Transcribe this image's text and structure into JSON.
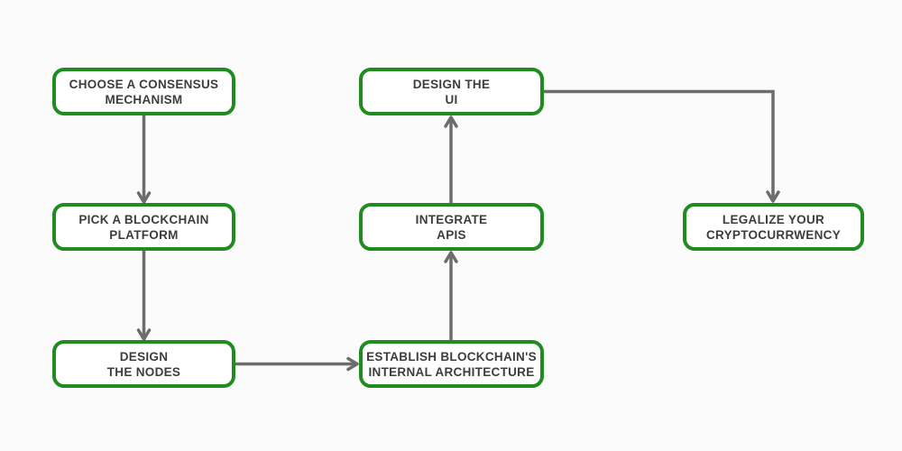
{
  "diagram": {
    "type": "flowchart",
    "nodes": [
      {
        "id": "choose-consensus-mechanism",
        "line1": "CHOOSE A CONSENSUS",
        "line2": "MECHANISM"
      },
      {
        "id": "pick-blockchain-platform",
        "line1": "PICK A BLOCKCHAIN",
        "line2": "PLATFORM"
      },
      {
        "id": "design-the-nodes",
        "line1": "DESIGN",
        "line2": "THE NODES"
      },
      {
        "id": "establish-internal-architecture",
        "line1": "ESTABLISH BLOCKCHAIN'S",
        "line2": "INTERNAL ARCHITECTURE"
      },
      {
        "id": "integrate-apis",
        "line1": "INTEGRATE",
        "line2": "APIS"
      },
      {
        "id": "design-the-ui",
        "line1": "DESIGN THE",
        "line2": "UI"
      },
      {
        "id": "legalize-your-cryptocurrwency",
        "line1": "LEGALIZE YOUR",
        "line2": "CRYPTOCURRWENCY"
      }
    ],
    "edges": [
      {
        "from": "choose-consensus-mechanism",
        "to": "pick-blockchain-platform"
      },
      {
        "from": "pick-blockchain-platform",
        "to": "design-the-nodes"
      },
      {
        "from": "design-the-nodes",
        "to": "establish-internal-architecture"
      },
      {
        "from": "establish-internal-architecture",
        "to": "integrate-apis"
      },
      {
        "from": "integrate-apis",
        "to": "design-the-ui"
      },
      {
        "from": "design-the-ui",
        "to": "legalize-your-cryptocurrwency"
      }
    ],
    "colors": {
      "box_border": "#1e8c1e",
      "box_fill": "#ffffff",
      "arrow": "#6d6d6d",
      "text": "#3d3d3d",
      "background": "#fbfbfb"
    }
  }
}
